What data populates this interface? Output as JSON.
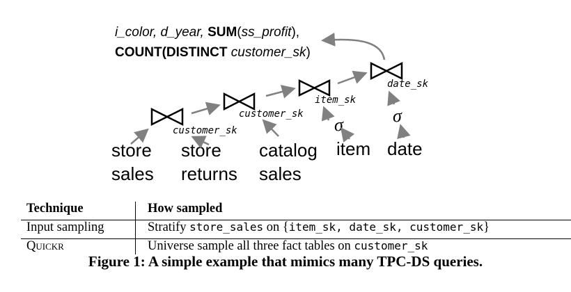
{
  "aggregation": {
    "line1_a": "i_color, d_year, ",
    "line1_sum": "SUM",
    "line1_b": "(ss_profit),",
    "line2_count": "COUNT",
    "line2_distinct": "(DISTINCT ",
    "line2_c": "customer_sk",
    "line2_d": ")"
  },
  "joins": [
    {
      "key": "customer_sk"
    },
    {
      "key": "customer_sk"
    },
    {
      "key": "item_sk"
    },
    {
      "key": "date_sk"
    }
  ],
  "selections": [
    "σ",
    "σ"
  ],
  "tables": {
    "store_sales": [
      "store",
      "sales"
    ],
    "store_returns": [
      "store",
      "returns"
    ],
    "catalog_sales": [
      "catalog",
      "sales"
    ],
    "item": [
      "item"
    ],
    "date": [
      "date"
    ]
  },
  "table": {
    "headers": [
      "Technique",
      "How sampled"
    ],
    "rows": [
      {
        "technique": "Input sampling",
        "pre": "Stratify ",
        "code1": "store_sales",
        "mid": " on {",
        "code2": "item_sk, date_sk, customer_sk",
        "post": "}"
      },
      {
        "technique": "Quickr",
        "pre": "Universe sample all three fact tables on ",
        "code1": "customer_sk"
      }
    ]
  },
  "caption": "Figure 1: A simple example that mimics many TPC-DS queries.",
  "colors": {
    "arrow": "#808080",
    "text": "#000000"
  }
}
